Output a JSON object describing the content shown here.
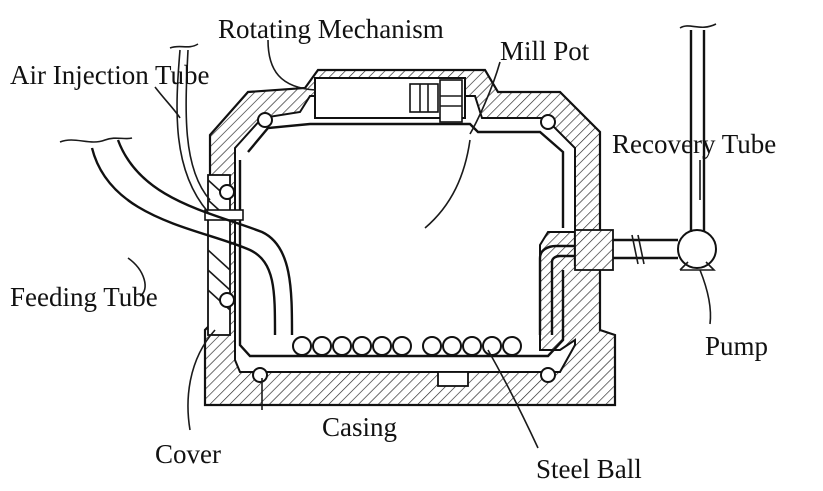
{
  "labels": {
    "rotating_mechanism": "Rotating Mechanism",
    "mill_pot": "Mill Pot",
    "air_injection_tube": "Air Injection Tube",
    "recovery_tube": "Recovery Tube",
    "feeding_tube": "Feeding Tube",
    "pump": "Pump",
    "casing": "Casing",
    "cover": "Cover",
    "steel_ball": "Steel Ball"
  },
  "colors": {
    "line": "#111111",
    "background": "#ffffff"
  }
}
